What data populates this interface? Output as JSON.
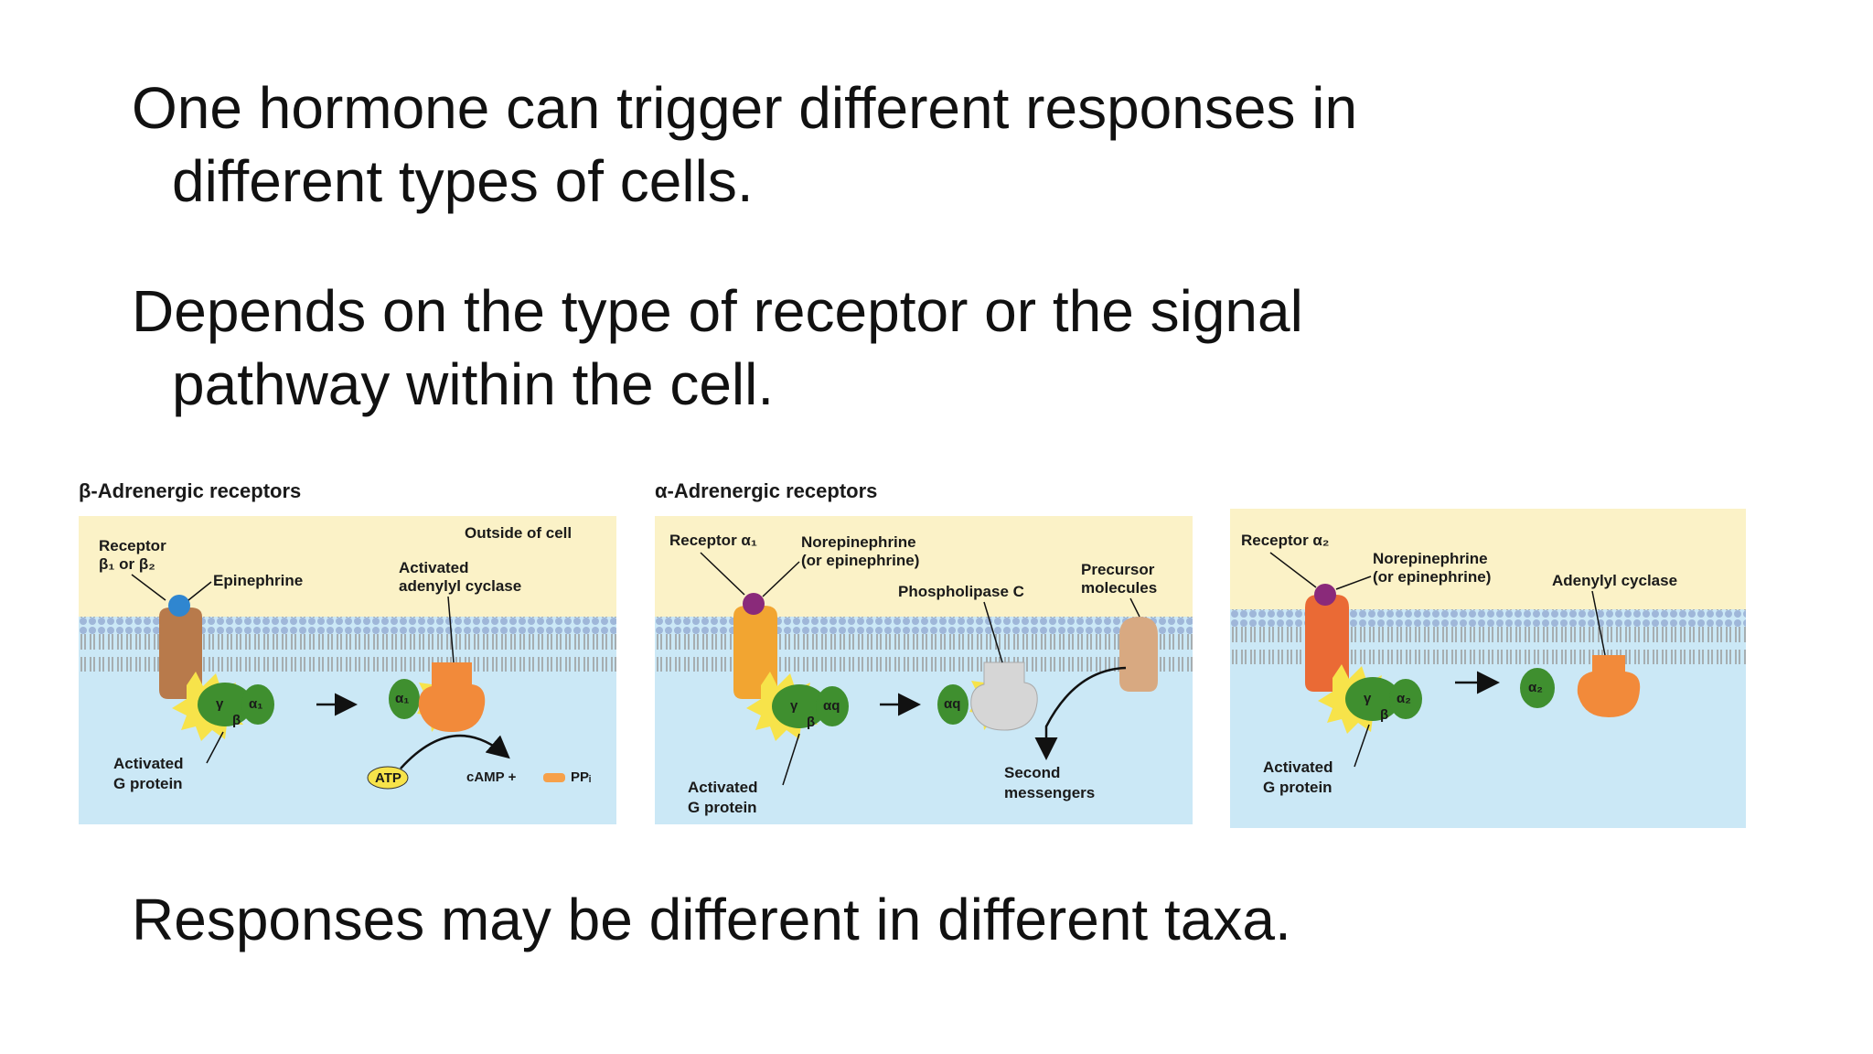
{
  "bullets": {
    "b1_line1": "One hormone can trigger different responses in",
    "b1_line2": "different types of cells.",
    "b2_line1": "Depends on the type of receptor or the signal",
    "b2_line2": "pathway within the cell.",
    "b3": "Responses may be different in different taxa."
  },
  "figure": {
    "beta_title": "β-Adrenergic receptors",
    "alpha_title": "α-Adrenergic receptors",
    "panel_beta": {
      "receptor": "Receptor",
      "receptor_sub": "β₁ or β₂",
      "epinephrine": "Epinephrine",
      "outside": "Outside of cell",
      "activated_line1": "Activated",
      "activated_line2": "adenylyl cyclase",
      "gprotein_line1": "Activated",
      "gprotein_line2": "G protein",
      "atp": "ATP",
      "camp": "cAMP +",
      "ppi": "PPᵢ",
      "gamma": "γ",
      "alpha_sub": "α₁",
      "beta": "β"
    },
    "panel_alpha1": {
      "receptor": "Receptor α₁",
      "norepi_line1": "Norepinephrine",
      "norepi_line2": "(or epinephrine)",
      "precursor_line1": "Precursor",
      "precursor_line2": "molecules",
      "phospholipase": "Phospholipase C",
      "gprotein_line1": "Activated",
      "gprotein_line2": "G protein",
      "second_line1": "Second",
      "second_line2": "messengers",
      "gamma": "γ",
      "alpha_sub": "αq",
      "beta": "β"
    },
    "panel_alpha2": {
      "receptor": "Receptor α₂",
      "norepi_line1": "Norepinephrine",
      "norepi_line2": "(or epinephrine)",
      "adenylyl": "Adenylyl cyclase",
      "gprotein_line1": "Activated",
      "gprotein_line2": "G protein",
      "gamma": "γ",
      "alpha_sub": "α₂",
      "beta": "β"
    }
  },
  "colors": {
    "outside": "#fbf2c7",
    "inside": "#cbe8f6",
    "membrane": "#b8b8b8",
    "gprotein": "#3f8f2f",
    "halo": "#f7e34a",
    "receptor_beta": "#b87a4b",
    "receptor_alpha1": "#f2a531",
    "receptor_alpha2": "#ea6a35",
    "adenylyl": "#f28a3a",
    "ligand_blue": "#2f86d0",
    "ligand_purple": "#8a2a7a"
  }
}
